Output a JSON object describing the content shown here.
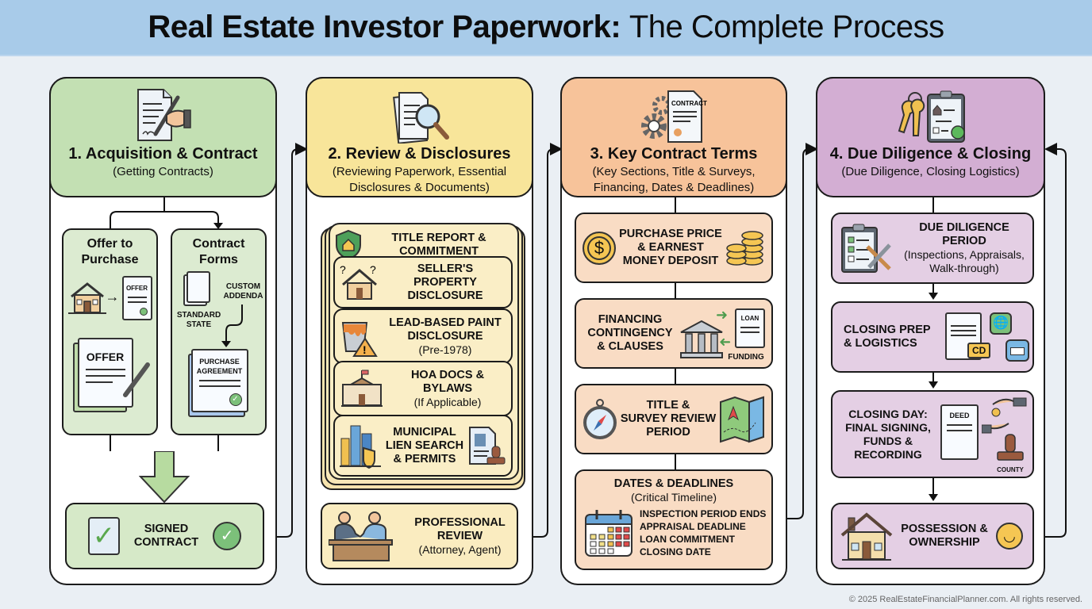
{
  "header": {
    "title_bold": "Real Estate Investor Paperwork:",
    "title_light": "The Complete Process"
  },
  "colors": {
    "header_bg": "#a8cbe9",
    "green": "#c3e0b3",
    "yellow": "#f8e59a",
    "orange": "#f7c39a",
    "purple": "#d3aed3"
  },
  "columns": [
    {
      "title": "1. Acquisition & Contract",
      "subtitle": "(Getting Contracts)",
      "icon": "signing-contract-icon",
      "offer": {
        "title_1": "Offer to",
        "title_2": "Purchase",
        "doc_small": "OFFER",
        "doc_big": "OFFER"
      },
      "forms": {
        "title_1": "Contract",
        "title_2": "Forms",
        "custom_1": "CUSTOM",
        "custom_2": "ADDENDA",
        "std_1": "STANDARD",
        "std_2": "STATE",
        "agreement_1": "PURCHASE",
        "agreement_2": "AGREEMENT"
      },
      "signed": {
        "line_1": "SIGNED",
        "line_2": "CONTRACT"
      }
    },
    {
      "title": "2. Review & Disclosures",
      "subtitle_1": "(Reviewing Paperwork, Essential",
      "subtitle_2": "Disclosures & Documents)",
      "icon": "magnifier-documents-icon",
      "docs": [
        {
          "line_1": "TITLE REPORT &",
          "line_2": "COMMITMENT",
          "icon": "shield-house-icon"
        },
        {
          "line_1": "SELLER'S",
          "line_2": "PROPERTY",
          "line_3": "DISCLOSURE",
          "icon": "house-question-icon"
        },
        {
          "line_1": "LEAD-BASED PAINT",
          "line_2": "DISCLOSURE",
          "note": "(Pre-1978)",
          "icon": "paint-bucket-warning-icon"
        },
        {
          "line_1": "HOA DOCS &",
          "line_2": "BYLAWS",
          "note": "(If Applicable)",
          "icon": "hoa-building-icon"
        },
        {
          "line_1": "MUNICIPAL",
          "line_2": "LIEN SEARCH",
          "line_3": "& PERMITS",
          "icon": "city-shield-icon"
        }
      ],
      "review": {
        "line_1": "PROFESSIONAL",
        "line_2": "REVIEW",
        "note": "(Attorney, Agent)"
      }
    },
    {
      "title": "3. Key Contract Terms",
      "subtitle_1": "(Key Sections, Title & Surveys,",
      "subtitle_2": "Financing, Dates & Deadlines)",
      "icon_label": "CONTRACT",
      "price": {
        "line_1": "PURCHASE PRICE",
        "line_2": "& EARNEST",
        "line_3": "MONEY DEPOSIT"
      },
      "financing": {
        "line_1": "FINANCING",
        "line_2": "CONTINGENCY",
        "line_3": "& CLAUSES",
        "loan_label": "LOAN",
        "funding_label": "FUNDING"
      },
      "survey": {
        "line_1": "TITLE &",
        "line_2": "SURVEY REVIEW",
        "line_3": "PERIOD"
      },
      "dates": {
        "title": "DATES & DEADLINES",
        "note": "(Critical Timeline)",
        "items": [
          "INSPECTION PERIOD ENDS",
          "APPRAISAL DEADLINE",
          "LOAN COMMITMENT",
          "CLOSING DATE"
        ]
      }
    },
    {
      "title": "4. Due Diligence & Closing",
      "subtitle": "(Due Diligence, Closing Logistics)",
      "diligence": {
        "line_1": "DUE DILIGENCE",
        "line_2": "PERIOD",
        "note_1": "(Inspections, Appraisals,",
        "note_2": "Walk-through)"
      },
      "prep": {
        "line_1": "CLOSING PREP",
        "line_2": "& LOGISTICS",
        "cd_label": "CD"
      },
      "closing": {
        "line_1": "CLOSING DAY:",
        "line_2": "FINAL SIGNING,",
        "line_3": "FUNDS &",
        "line_4": "RECORDING",
        "deed_label": "DEED",
        "county_label": "COUNTY"
      },
      "possession": {
        "line_1": "POSSESSION &",
        "line_2": "OWNERSHIP"
      }
    }
  ],
  "footer": "© 2025 RealEstateFinancialPlanner.com. All rights reserved."
}
